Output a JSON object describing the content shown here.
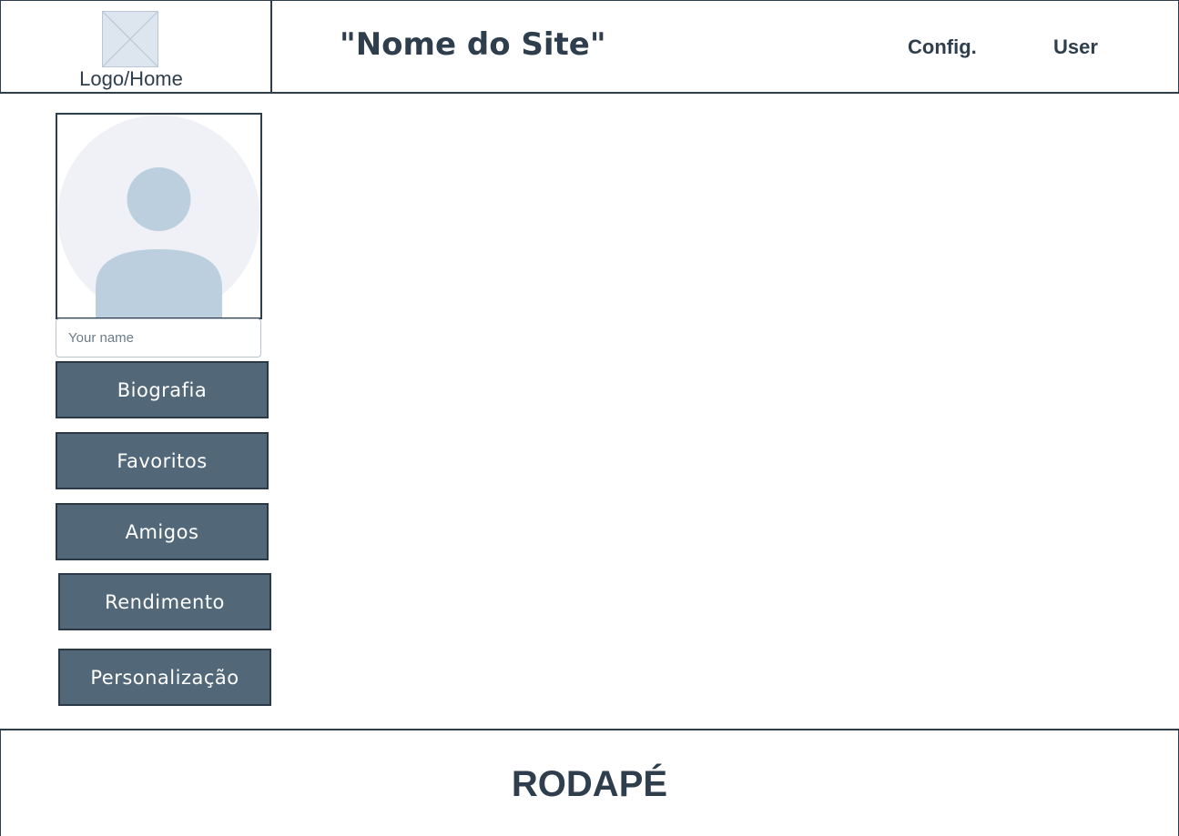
{
  "header": {
    "logo_label": "Logo/Home",
    "site_title": "\"Nome do Site\"",
    "nav": {
      "config_label": "Config.",
      "user_label": "User"
    }
  },
  "sidebar": {
    "avatar_icon": "user-avatar-placeholder",
    "name_input": {
      "placeholder": "Your name",
      "value": ""
    },
    "buttons": [
      {
        "label": "Biografia"
      },
      {
        "label": "Favoritos"
      },
      {
        "label": "Amigos"
      },
      {
        "label": "Rendimento"
      },
      {
        "label": "Personalização"
      }
    ]
  },
  "footer": {
    "title": "RODAPÉ"
  },
  "colors": {
    "primary_text": "#2f3e4c",
    "button_bg": "#526878",
    "avatar_bg": "#eff1f6",
    "avatar_fg": "#bccfdf"
  }
}
